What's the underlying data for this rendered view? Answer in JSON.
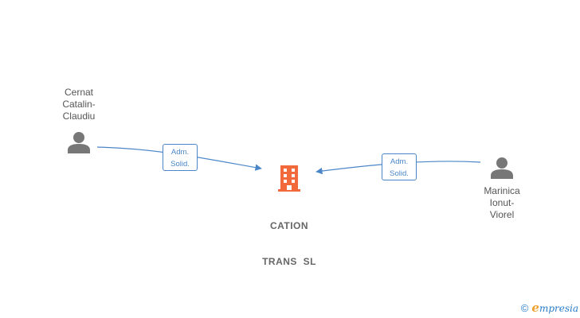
{
  "persons": [
    {
      "id": "p1",
      "name_lines": [
        "Cernat",
        "Catalin-",
        "Claudiu"
      ]
    },
    {
      "id": "p2",
      "name_lines": [
        "Marinica",
        "Ionut-",
        "Viorel"
      ]
    }
  ],
  "company": {
    "name_lines": [
      "CATION",
      "TRANS  SL"
    ],
    "color": "#f26a3b"
  },
  "edges": [
    {
      "from": "p1",
      "to": "company",
      "role_lines": [
        "Adm.",
        "Solid."
      ]
    },
    {
      "from": "p2",
      "to": "company",
      "role_lines": [
        "Adm.",
        "Solid."
      ]
    }
  ],
  "colors": {
    "edge": "#4a86c8",
    "person_icon": "#777777"
  },
  "footer": {
    "copyright_symbol": "©",
    "brand_initial": "e",
    "brand_rest": "mpresia"
  }
}
